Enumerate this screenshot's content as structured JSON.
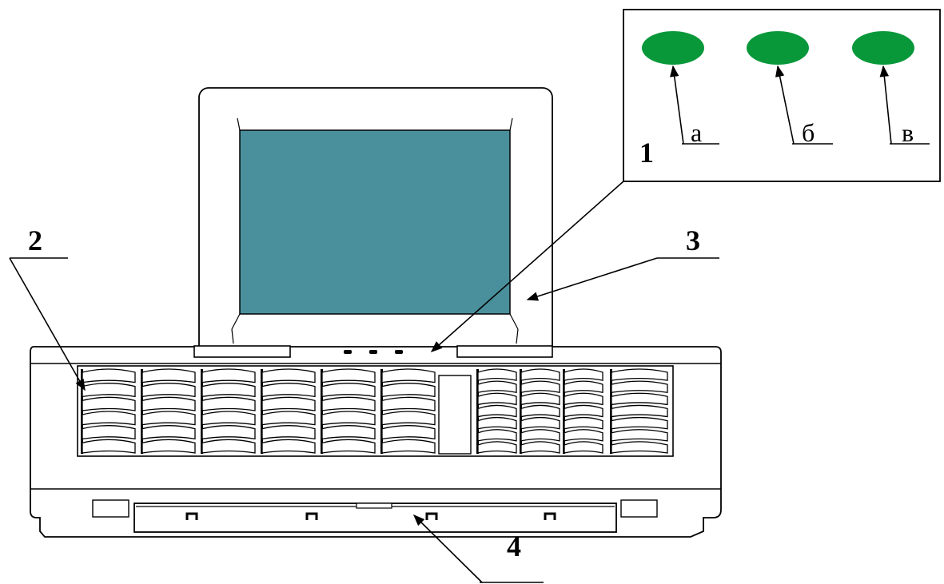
{
  "callouts": {
    "c1": "1",
    "c2": "2",
    "c3": "3",
    "c4": "4"
  },
  "indicators": {
    "a": "а",
    "b": "б",
    "v": "в",
    "color": "#08983a"
  },
  "screen_color": "#4a909c",
  "keypad": {
    "left_columns": 6,
    "right_columns": 4,
    "left_rows": 6,
    "right_rows": 7
  }
}
